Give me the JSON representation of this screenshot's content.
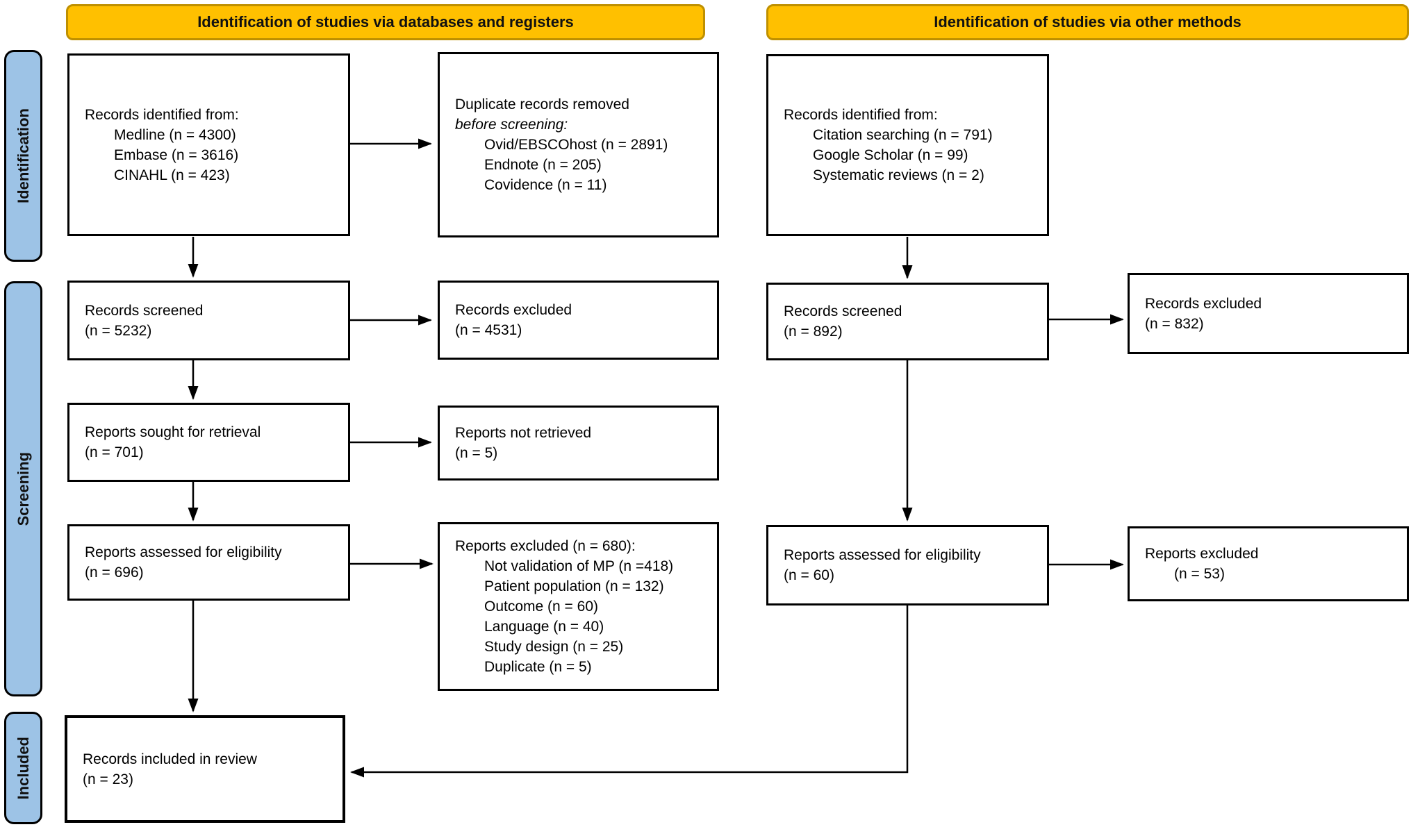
{
  "colors": {
    "header_bg": "#FFC000",
    "header_border": "#BF9000",
    "stage_bg": "#9DC3E6",
    "box_border": "#000000"
  },
  "headers": {
    "databases": "Identification of studies via databases and registers",
    "other": "Identification of studies via other methods"
  },
  "stages": {
    "identification": "Identification",
    "screening": "Screening",
    "included": "Included"
  },
  "boxes": {
    "db_identified": {
      "lines": [
        "Records identified from:",
        "Medline (n = 4300)",
        "Embase (n = 3616)",
        "CINAHL (n = 423)"
      ]
    },
    "dup_removed": {
      "lines": [
        "Duplicate records removed",
        "before screening:",
        "Ovid/EBSCOhost (n = 2891)",
        "Endnote (n = 205)",
        "Covidence (n = 11)"
      ]
    },
    "records_screened_db": {
      "lines": [
        "Records screened",
        "(n = 5232)"
      ]
    },
    "records_excluded_db": {
      "lines": [
        "Records excluded",
        "(n = 4531)"
      ]
    },
    "reports_sought": {
      "lines": [
        "Reports sought for retrieval",
        "(n = 701)"
      ]
    },
    "reports_not_retrieved": {
      "lines": [
        "Reports not retrieved",
        "(n = 5)"
      ]
    },
    "reports_assessed_db": {
      "lines": [
        "Reports assessed for eligibility",
        "(n = 696)"
      ]
    },
    "reports_excluded_db": {
      "lines": [
        "Reports excluded (n = 680):",
        "Not validation of MP (n =418)",
        "Patient population (n = 132)",
        "Outcome (n = 60)",
        "Language (n = 40)",
        "Study design (n = 25)",
        "Duplicate (n = 5)"
      ]
    },
    "included_review": {
      "lines": [
        "Records included in review",
        "(n = 23)"
      ]
    },
    "other_identified": {
      "lines": [
        "Records identified from:",
        "Citation searching (n = 791)",
        "Google Scholar (n = 99)",
        "Systematic reviews (n = 2)"
      ]
    },
    "records_screened_other": {
      "lines": [
        "Records screened",
        "(n = 892)"
      ]
    },
    "records_excluded_other": {
      "lines": [
        "Records excluded",
        "(n = 832)"
      ]
    },
    "reports_assessed_other": {
      "lines": [
        "Reports assessed for eligibility",
        "(n = 60)"
      ]
    },
    "reports_excluded_other": {
      "lines": [
        "Reports excluded",
        "(n = 53)"
      ]
    }
  }
}
